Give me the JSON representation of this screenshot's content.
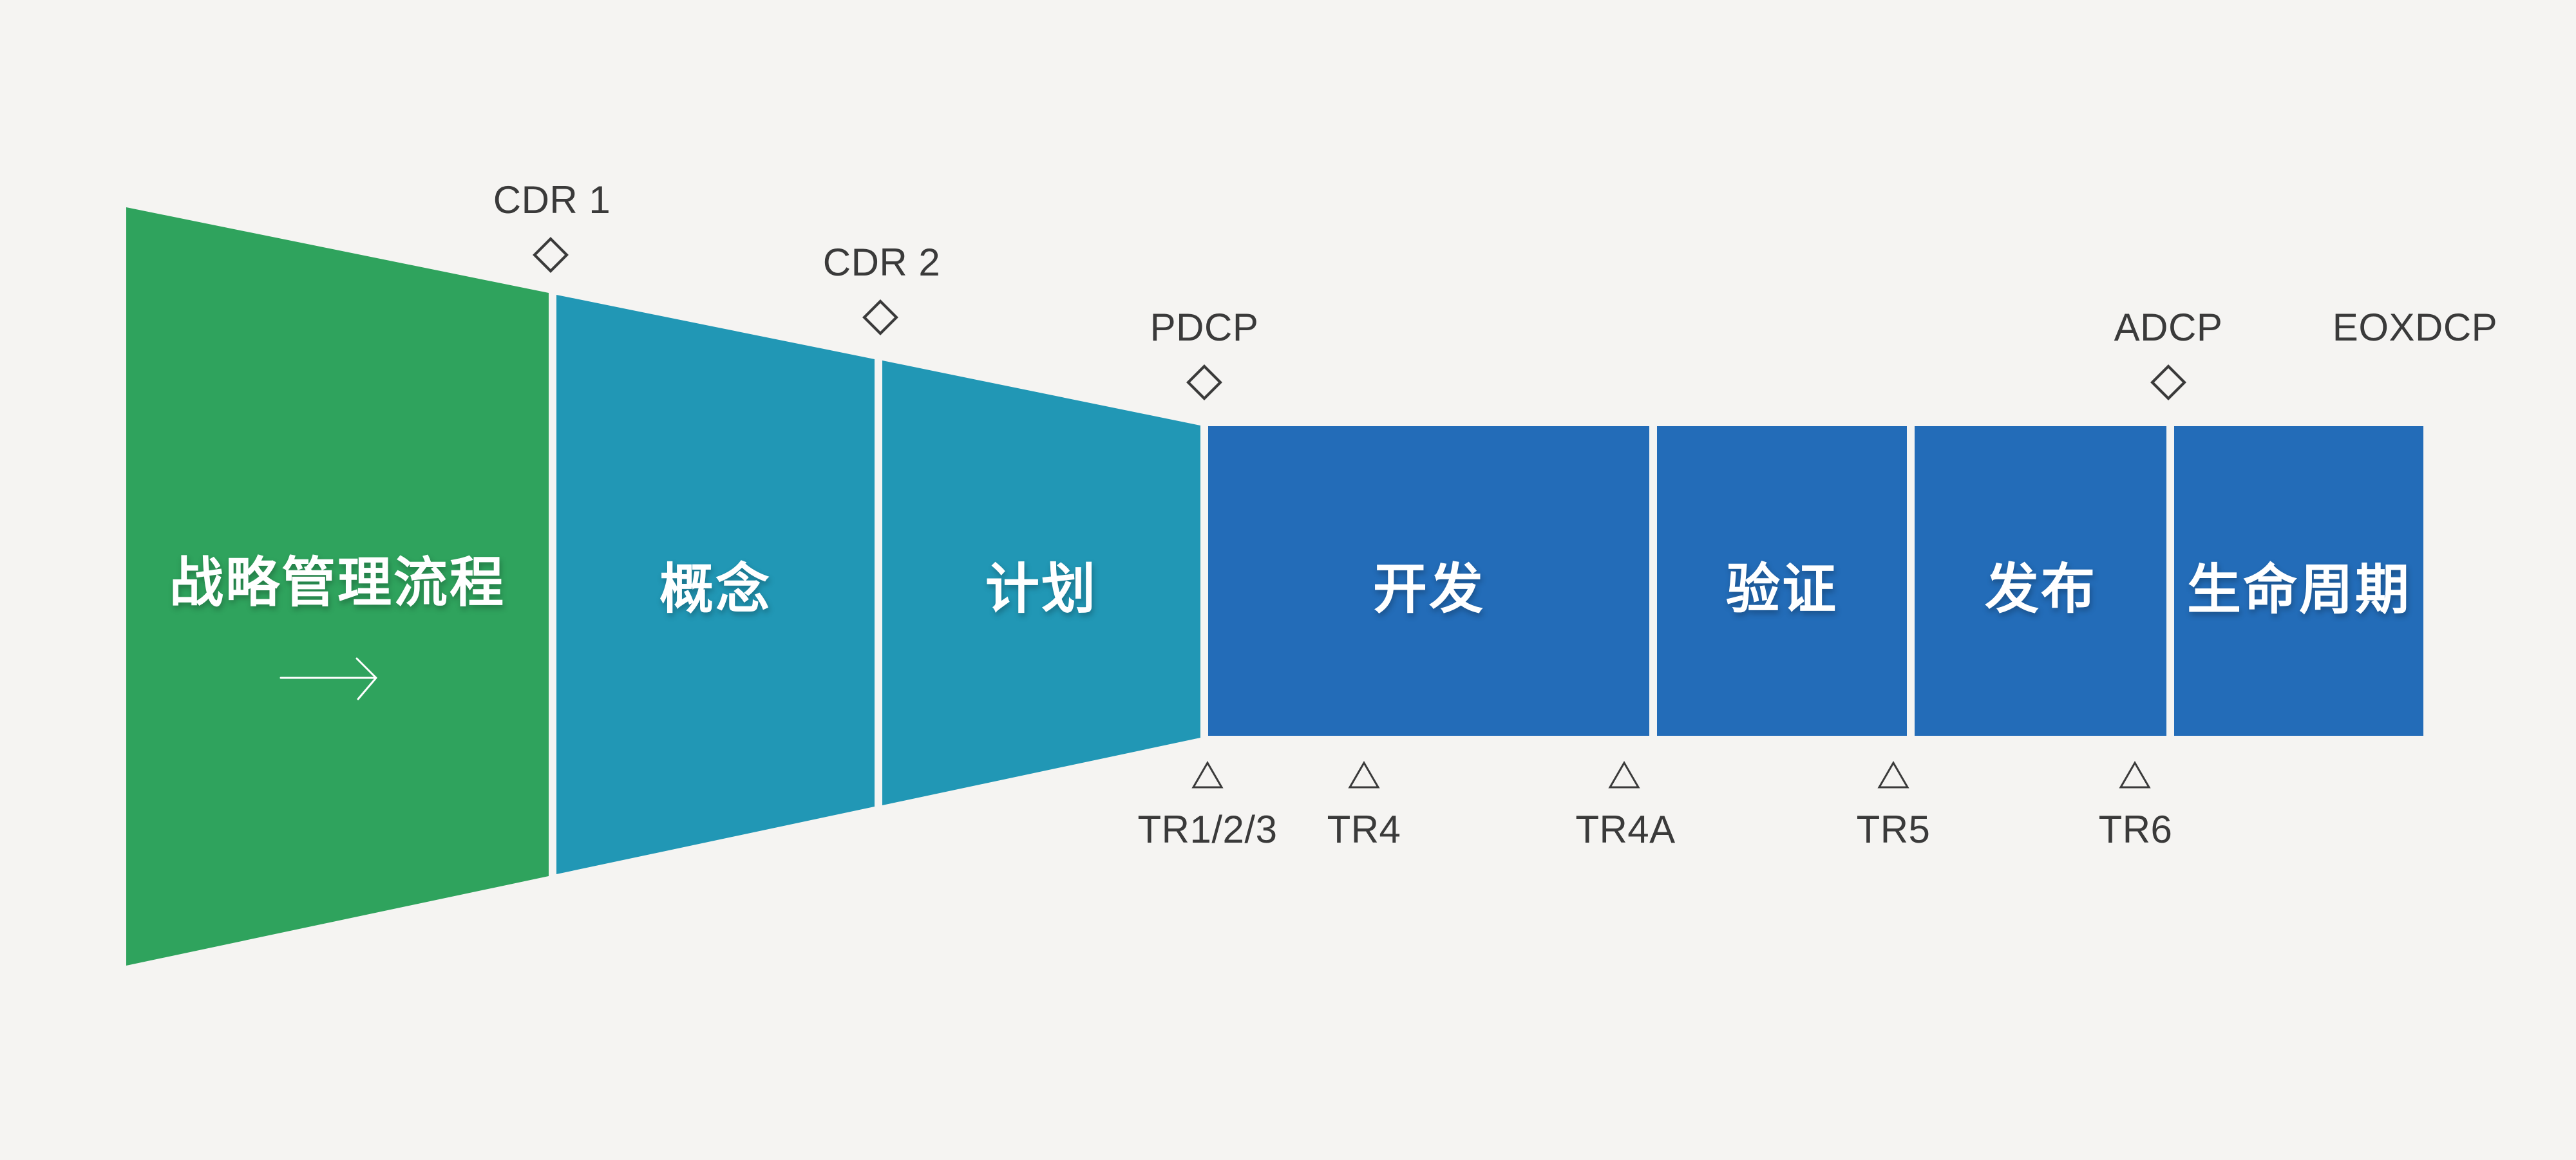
{
  "colors": {
    "bg": "#F5F4F2",
    "green": "#2FA35D",
    "teal": "#2197B5",
    "blue": "#236CB8",
    "marker": "#3A3A3A"
  },
  "funnel": {
    "source": {
      "label": "战略管理流程",
      "arrow_icon": "right-arrow"
    },
    "phases": [
      {
        "label": "概念",
        "color": "teal"
      },
      {
        "label": "计划",
        "color": "teal"
      },
      {
        "label": "开发",
        "color": "blue"
      },
      {
        "label": "验证",
        "color": "blue"
      },
      {
        "label": "发布",
        "color": "blue"
      },
      {
        "label": "生命周期",
        "color": "blue"
      }
    ]
  },
  "checkpoints": [
    {
      "label": "CDR 1",
      "marker": "diamond"
    },
    {
      "label": "CDR 2",
      "marker": "diamond"
    },
    {
      "label": "PDCP",
      "marker": "diamond"
    },
    {
      "label": "ADCP",
      "marker": "diamond"
    },
    {
      "label": "EOXDCP",
      "marker": "none"
    }
  ],
  "reviews": [
    {
      "label": "TR1/2/3",
      "marker": "triangle"
    },
    {
      "label": "TR4",
      "marker": "triangle"
    },
    {
      "label": "TR4A",
      "marker": "triangle"
    },
    {
      "label": "TR5",
      "marker": "triangle"
    },
    {
      "label": "TR6",
      "marker": "triangle"
    }
  ]
}
